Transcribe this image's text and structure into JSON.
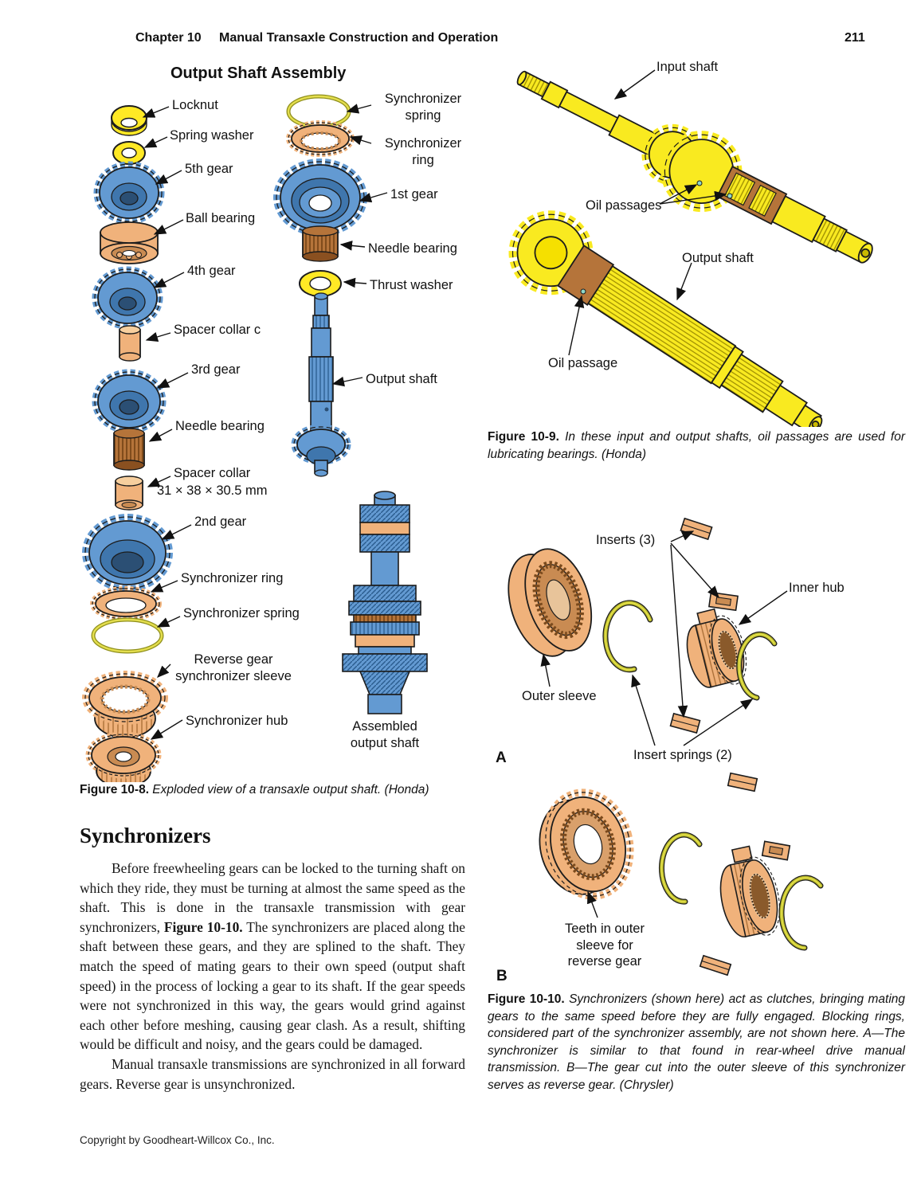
{
  "page": {
    "header": {
      "chapter": "Chapter 10",
      "title": "Manual Transaxle Construction and Operation",
      "page_number": "211"
    },
    "footer": "Copyright by Goodheart-Willcox Co., Inc."
  },
  "figure8": {
    "title": "Output Shaft Assembly",
    "labels": {
      "locknut": "Locknut",
      "spring_washer": "Spring washer",
      "gear5": "5th gear",
      "ball_bearing": "Ball bearing",
      "gear4": "4th gear",
      "spacer_collar_c": "Spacer collar c",
      "gear3": "3rd gear",
      "needle_bearing1": "Needle bearing",
      "spacer_collar_line1": "Spacer collar",
      "spacer_collar_line2": "31 × 38 × 30.5 mm",
      "gear2": "2nd gear",
      "sync_ring_left": "Synchronizer ring",
      "sync_spring_left": "Synchronizer spring",
      "reverse_sleeve_line1": "Reverse gear",
      "reverse_sleeve_line2": "synchronizer sleeve",
      "sync_hub": "Synchronizer hub",
      "sync_spring_right_line1": "Synchronizer",
      "sync_spring_right_line2": "spring",
      "sync_ring_right_line1": "Synchronizer",
      "sync_ring_right_line2": "ring",
      "gear1": "1st gear",
      "needle_bearing2": "Needle bearing",
      "thrust_washer": "Thrust washer",
      "output_shaft": "Output shaft",
      "assembled_line1": "Assembled",
      "assembled_line2": "output shaft"
    },
    "caption_prefix": "Figure 10-8.",
    "caption_text": " Exploded view of a transaxle output shaft. (Honda)"
  },
  "figure9": {
    "labels": {
      "input_shaft": "Input shaft",
      "oil_passages": "Oil passages",
      "output_shaft": "Output shaft",
      "oil_passage": "Oil passage"
    },
    "caption_prefix": "Figure 10-9.",
    "caption_text": " In these input and output shafts, oil passages are used for lubricating bearings. (Honda)"
  },
  "figure10": {
    "labels": {
      "inserts": "Inserts (3)",
      "inner_hub": "Inner hub",
      "outer_sleeve": "Outer sleeve",
      "insert_springs": "Insert springs (2)",
      "teeth_line1": "Teeth in outer",
      "teeth_line2": "sleeve for",
      "teeth_line3": "reverse gear",
      "part_a": "A",
      "part_b": "B"
    },
    "caption_prefix": "Figure 10-10.",
    "caption_text": " Synchronizers (shown here) act as clutches, bringing mating gears to the same speed before they are fully engaged. Blocking rings, considered part of the synchronizer assembly, are not shown here. A—The synchronizer is similar to that found in rear-wheel drive manual transmission. B—The gear cut into the outer sleeve of this synchronizer serves as reverse gear. (Chrysler)"
  },
  "section": {
    "heading": "Synchronizers",
    "para1_before": "Before freewheeling gears can be locked to the turning shaft on which they ride, they must be turning at almost the same speed as the shaft. This is done in the transaxle transmission with gear synchronizers, ",
    "para1_bold": "Figure 10-10.",
    "para1_after": " The synchronizers are placed along the shaft between these gears, and they are splined to the shaft. They match the speed of mating gears to their own speed (output shaft speed) in the process of locking a gear to its shaft. If the gear speeds were not synchronized in this way, the gears would grind against each other before meshing, causing gear clash. As a result, shifting would be difficult and noisy, and the gears could be damaged.",
    "para2": "Manual transaxle transmissions are synchronized in all forward gears. Reverse gear is unsynchronized."
  },
  "colors": {
    "gear_blue": "#639ad2",
    "gear_blue_dark": "#3f76ad",
    "part_orange": "#f0b27b",
    "part_orange_dark": "#c98b52",
    "shaft_yellow": "#f9ea20",
    "oil_brown": "#b5743a",
    "spring_yellow_green": "#d9d442",
    "ink": "#111111"
  }
}
